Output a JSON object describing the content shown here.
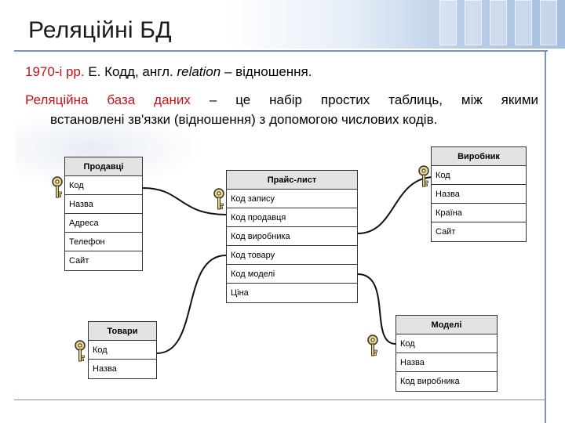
{
  "slide": {
    "title": "Реляційні БД",
    "line1": {
      "years": "1970-і рр.",
      "author": " Е. Кодд, англ. ",
      "term": "relation",
      "dash": " – відношення."
    },
    "definition": {
      "term_first_line": "Реляційна база даних",
      "rest_first_line": " – це набір простих таблиць, між якими",
      "second_line": "встановлені зв'язки (відношення) з допомогою числових кодів."
    }
  },
  "tables": {
    "sellers": {
      "title": "Продавці",
      "fields": [
        "Код",
        "Назва",
        "Адреса",
        "Телефон",
        "Сайт"
      ]
    },
    "pricelist": {
      "title": "Прайс-лист",
      "fields": [
        "Код запису",
        "Код продавця",
        "Код виробника",
        "Код товару",
        "Код моделі",
        "Ціна"
      ]
    },
    "manufacturer": {
      "title": "Виробник",
      "fields": [
        "Код",
        "Назва",
        "Країна",
        "Сайт"
      ]
    },
    "goods": {
      "title": "Товари",
      "fields": [
        "Код",
        "Назва"
      ]
    },
    "models": {
      "title": "Моделі",
      "fields": [
        "Код",
        "Назва",
        "Код виробника"
      ]
    }
  },
  "colors": {
    "key_fill": "#e8d27a",
    "key_stroke": "#333333",
    "accent_red": "#c0141b",
    "rule": "#7f93b0"
  }
}
